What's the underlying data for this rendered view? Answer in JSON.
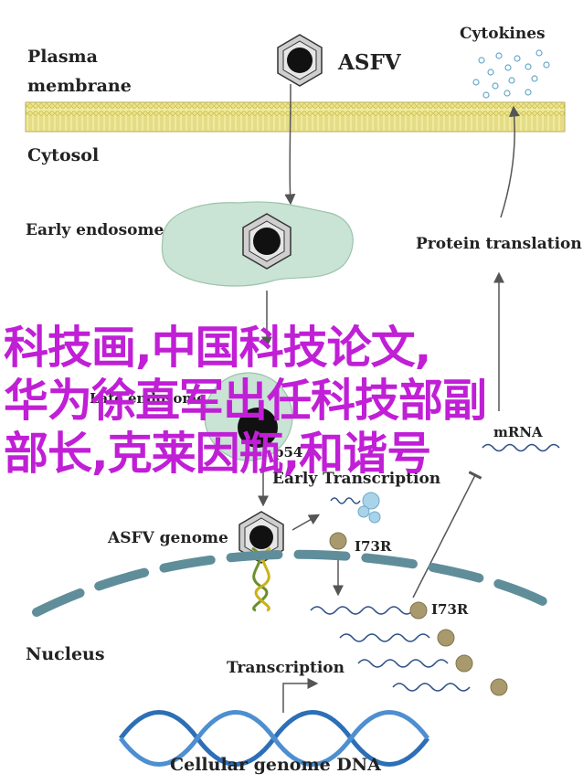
{
  "labels": {
    "plasma_membrane_line1": "Plasma",
    "plasma_membrane_line2": "membrane",
    "asfv": "ASFV",
    "cytokines": "Cytokines",
    "cytosol": "Cytosol",
    "early_endosome": "Early endosome",
    "late_endosome": "Late endosome",
    "protein_translation": "Protein translation",
    "mrna": "mRNA",
    "p54": "p54",
    "early_transcription": "Early Transcription",
    "asfv_genome": "ASFV genome",
    "i73r_a": "I73R",
    "i73r_b": "I73R",
    "nucleus": "Nucleus",
    "transcription": "Transcription",
    "cellular_genome_dna": "Cellular genome DNA"
  },
  "overlay": {
    "line1": "科技画,中国科技论文,",
    "line2": "华为徐直军出任科技部副",
    "line3": "部长,克莱因瓶,和谐号"
  },
  "colors": {
    "membrane": "#f0ea9a",
    "membrane_border": "#b9a94a",
    "endosome": "#c9e3d4",
    "virus_shell": "#cfcfcf",
    "virus_core": "#111111",
    "nucleus_dash": "#5f8e9a",
    "dna": "#2d6fb6",
    "olive_protein": "#a89a6c",
    "cytokine_dot": "#8fbfd8",
    "overlay_text": "#c01fd6",
    "arrow": "#555555"
  }
}
